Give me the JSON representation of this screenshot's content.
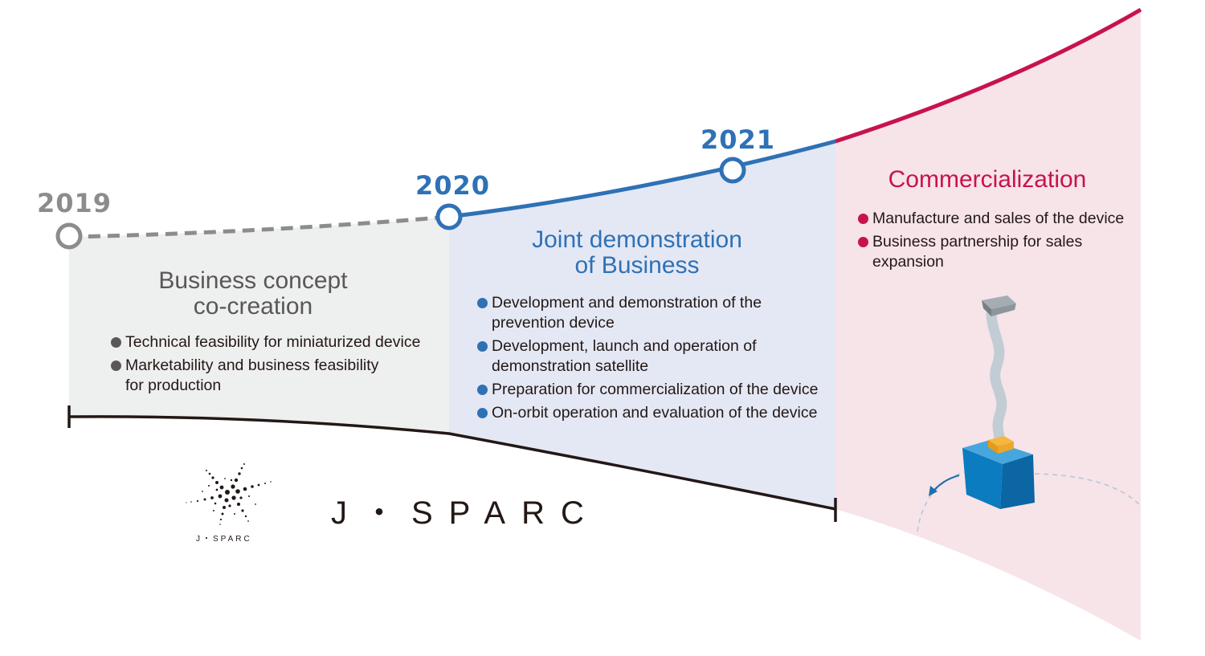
{
  "colors": {
    "grey": "#8c8c8c",
    "blue": "#2f71b5",
    "crimson": "#c8124f",
    "grey_fill": "#eeefef",
    "blue_fill": "#e4e8f5",
    "pink_fill": "#f7e4e8",
    "axis": "#231815",
    "cube": "#0a7cbf"
  },
  "years": {
    "y2019": "2019",
    "y2020": "2020",
    "y2021": "2021"
  },
  "phases": [
    {
      "title": "Business concept\nco-creation",
      "items": [
        "Technical feasibility for miniaturized device",
        "Marketability and business feasibility\nfor production"
      ]
    },
    {
      "title": "Joint demonstration\nof Business",
      "items": [
        "Development and demonstration of the\nprevention device",
        "Development, launch and operation of\ndemonstration satellite",
        "Preparation for commercialization of the device",
        "On-orbit operation and evaluation of the device"
      ]
    },
    {
      "title": "Commercialization",
      "items": [
        "Manufacture and sales of the device",
        "Business partnership for sales\nexpansion"
      ]
    }
  ],
  "brand": {
    "wordmark": "J・SPARC",
    "logo_caption": "J・SPARC",
    "logo_icon": "starburst-dots-icon"
  },
  "illustration": {
    "icon": "satellite-device-icon"
  }
}
